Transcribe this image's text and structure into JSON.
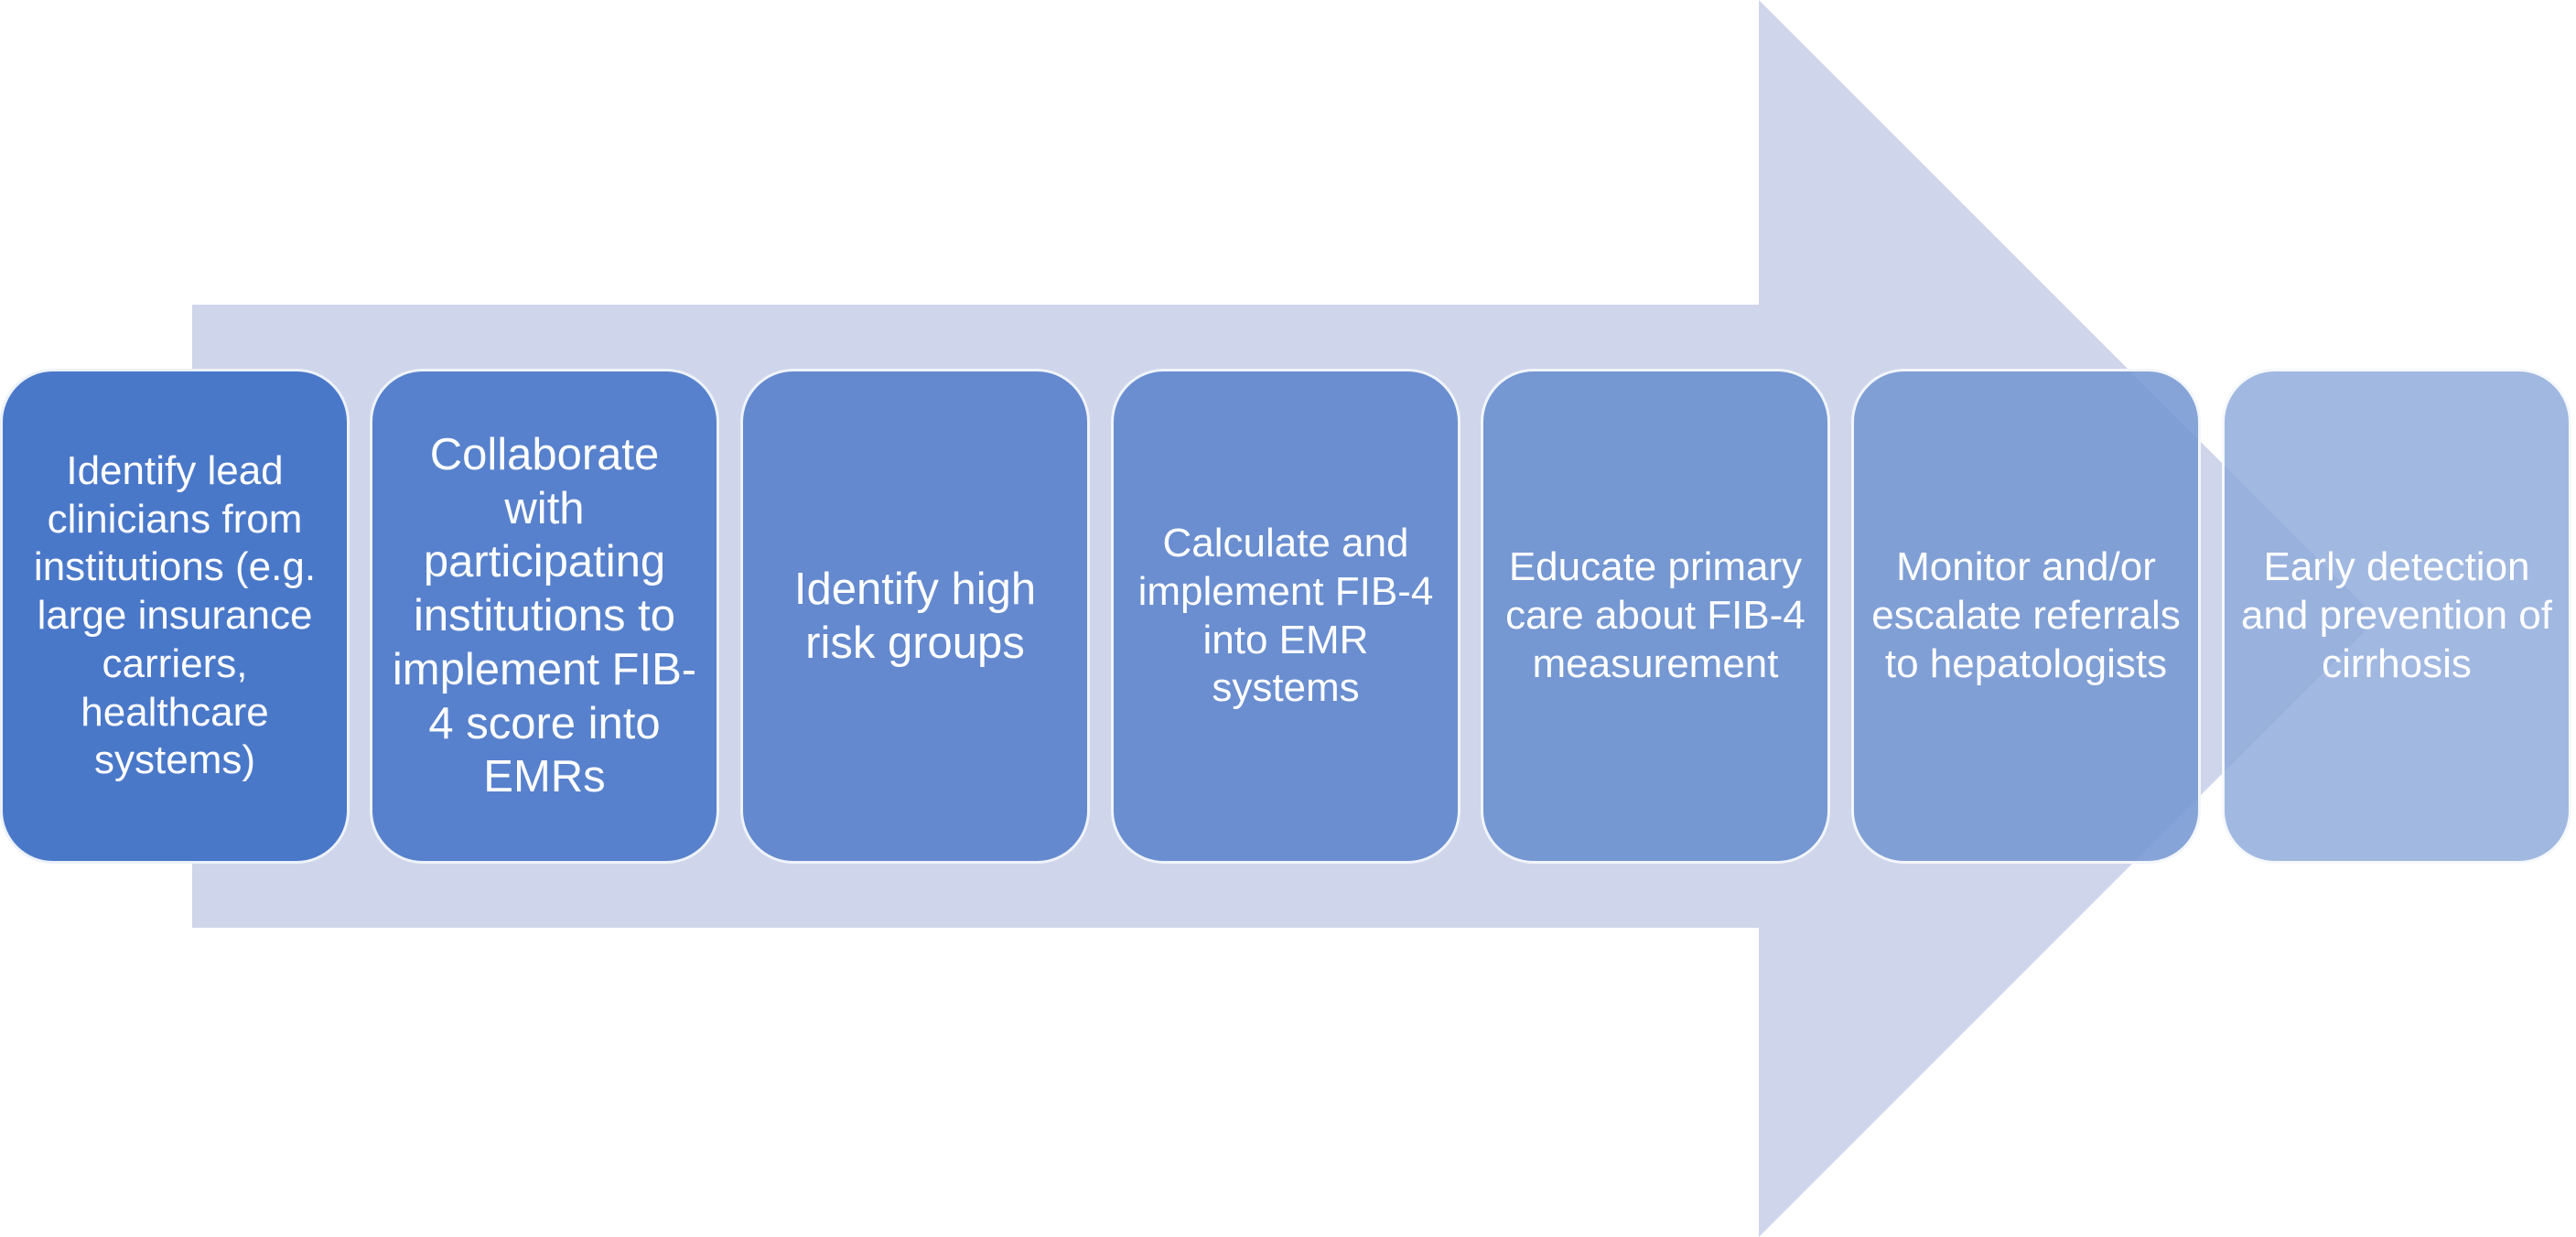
{
  "diagram": {
    "arrow_color": "#cfd5ea",
    "steps": [
      {
        "text": "Identify lead clinicians from institutions (e.g. large insurance carriers, healthcare systems)",
        "color": "#4a78c9"
      },
      {
        "text": "Collaborate with participating institutions to implement FIB-4 score into EMRs",
        "color": "#5781cc"
      },
      {
        "text": "Identify high risk groups",
        "color": "#6489cf"
      },
      {
        "text": "Calculate and implement FIB-4 into EMR systems",
        "color": "#6a8ed0"
      },
      {
        "text": "Educate primary care about FIB-4 measurement",
        "color": "#7597d2"
      },
      {
        "text": "Monitor and/or escalate referrals to hepatologists",
        "color": "#7f9fd4"
      },
      {
        "text": "Early detection and prevention of cirrhosis",
        "color": "#97b0db"
      }
    ]
  }
}
